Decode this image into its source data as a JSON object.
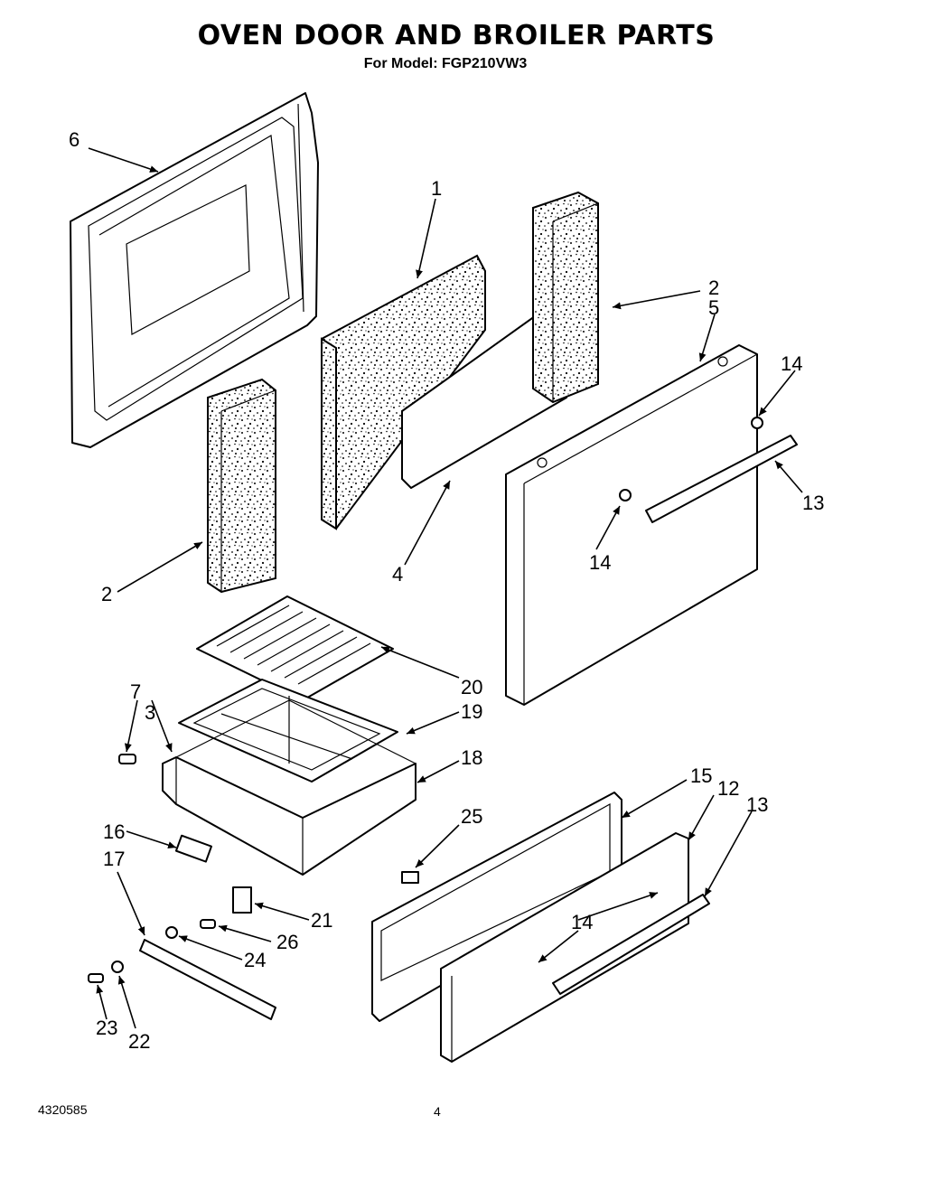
{
  "header": {
    "title": "OVEN DOOR AND BROILER PARTS",
    "subtitle": "For Model: FGP210VW3"
  },
  "footer": {
    "doc_number": "4320585",
    "page_number": "4"
  },
  "callouts": {
    "c1": "1",
    "c2a": "2",
    "c2b": "2",
    "c3": "3",
    "c4": "4",
    "c5": "5",
    "c6": "6",
    "c7": "7",
    "c12": "12",
    "c13a": "13",
    "c13b": "13",
    "c14a": "14",
    "c14b": "14",
    "c14c": "14",
    "c15": "15",
    "c16": "16",
    "c17": "17",
    "c18": "18",
    "c19": "19",
    "c20": "20",
    "c21": "21",
    "c22": "22",
    "c23": "23",
    "c24": "24",
    "c25": "25",
    "c26": "26"
  }
}
